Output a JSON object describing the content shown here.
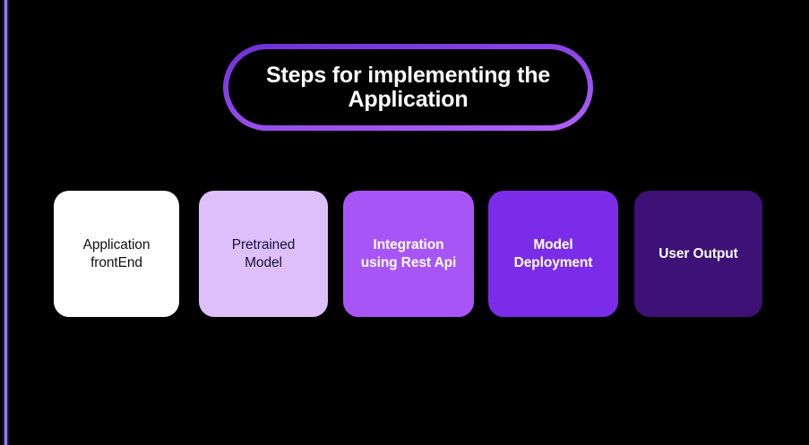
{
  "slide": {
    "background_color": "#000000",
    "accent_stripe_color": "#9b7cf0"
  },
  "title": {
    "text": "Steps for implementing the\nApplication",
    "text_color": "#ffffff",
    "border_gradient_from": "#6d2fd6",
    "border_gradient_to": "#b162fa"
  },
  "steps": [
    {
      "label": "Application\nfrontEnd",
      "background_color": "#ffffff",
      "text_color": "#111111"
    },
    {
      "label": "Pretrained\nModel",
      "background_color": "#ddbffa",
      "text_color": "#19123a"
    },
    {
      "label": "Integration\nusing Rest Api",
      "background_color": "#a855f8",
      "text_color": "#ffffff"
    },
    {
      "label": "Model\nDeployment",
      "background_color": "#7b2ce8",
      "text_color": "#ffffff"
    },
    {
      "label": "User Output",
      "background_color": "#3d1175",
      "text_color": "#ffffff"
    }
  ]
}
